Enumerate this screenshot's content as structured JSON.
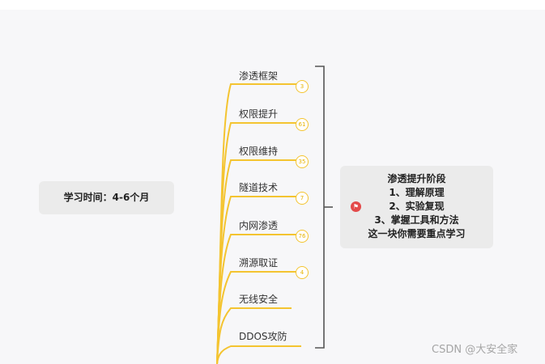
{
  "study_time": "学习时间：4-6个月",
  "stage": {
    "lines": [
      "渗透提升阶段",
      "1、理解原理",
      "2、实验复现",
      "3、掌握工具和方法",
      "这一块你需要重点学习"
    ]
  },
  "flag_icon": "flag-icon",
  "branches": [
    {
      "label": "渗透框架",
      "count": "3"
    },
    {
      "label": "权限提升",
      "count": "61"
    },
    {
      "label": "权限维持",
      "count": "35"
    },
    {
      "label": "隧道技术",
      "count": "7"
    },
    {
      "label": "内网渗透",
      "count": "76"
    },
    {
      "label": "溯源取证",
      "count": "4"
    },
    {
      "label": "无线安全",
      "count": ""
    },
    {
      "label": "DDOS攻防",
      "count": ""
    }
  ],
  "watermark": "CSDN @大安全家",
  "colors": {
    "branch": "#f4c430",
    "bracket": "#555555",
    "node_bg": "#ebebeb"
  }
}
